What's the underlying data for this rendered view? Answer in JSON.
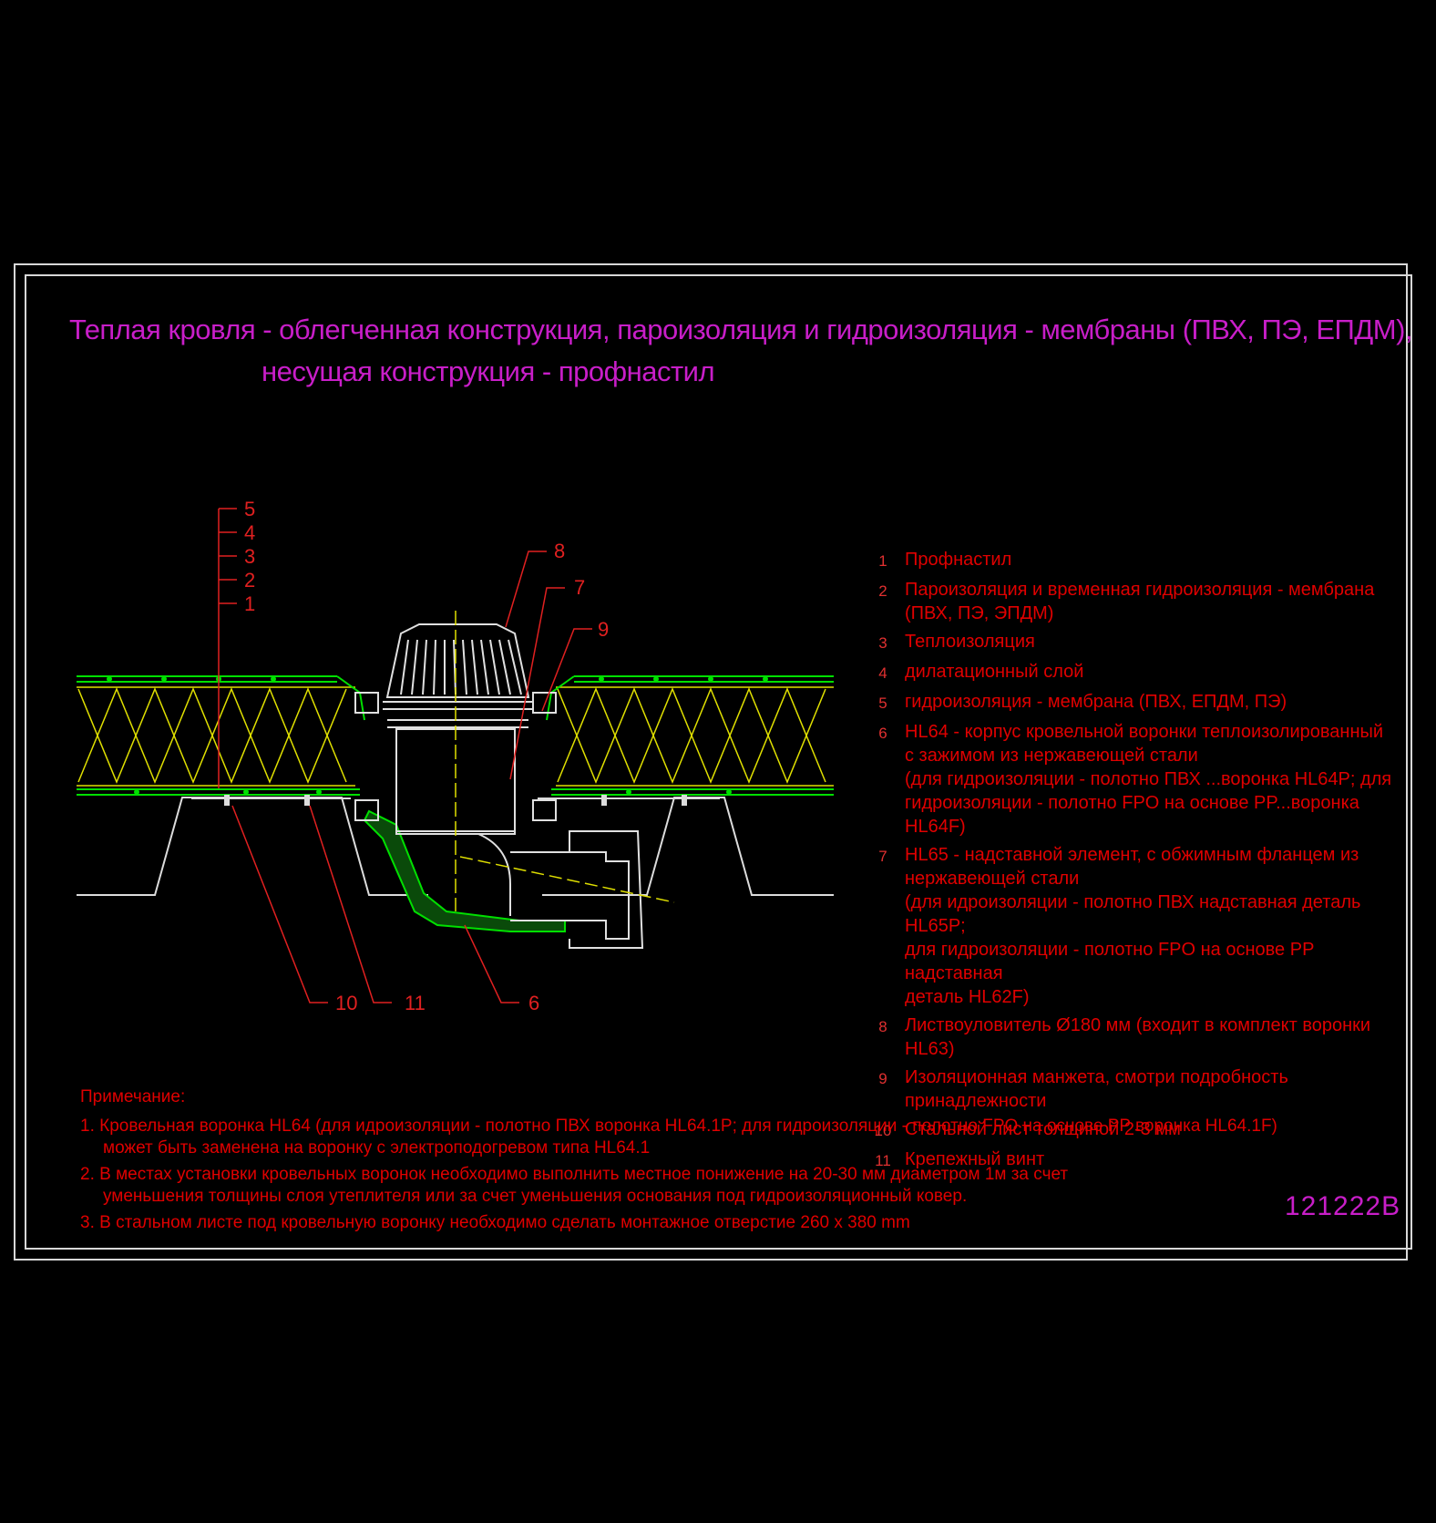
{
  "title": {
    "line1": "Теплая кровля - облегченная конструкция, пароизоляция и гидроизоляция - мембраны (ПВХ, ПЭ, ЕПДМ),",
    "line2": "несущая конструкция - профнастил"
  },
  "drawing_code": "121222B",
  "callouts": [
    "1",
    "2",
    "3",
    "4",
    "5",
    "6",
    "7",
    "8",
    "9",
    "10",
    "11"
  ],
  "legend": [
    {
      "num": "1",
      "text": "Профнастил"
    },
    {
      "num": "2",
      "text": "Пароизоляция и временная гидроизоляция - мембрана",
      "text2": "(ПВХ, ПЭ, ЭПДМ)"
    },
    {
      "num": "3",
      "text": "Теплоизоляция"
    },
    {
      "num": "4",
      "text": "дилатационный слой"
    },
    {
      "num": "5",
      "text": "гидроизоляция - мембрана (ПВХ, ЕПДМ, ПЭ)"
    },
    {
      "num": "6",
      "text": "HL64 - корпус кровельной воронки теплоизолированный",
      "text2": "с зажимом из нержавеющей стали",
      "text3": "(для гидроизоляции - полотно ПВХ ...воронка HL64P; для",
      "text4": "гидроизоляции -  полотно FPO на основе PP...воронка",
      "text5": "HL64F)"
    },
    {
      "num": "7",
      "text": "HL65 - надставной элемент, с обжимным фланцем из",
      "text2": "нержавеющей стали",
      "text3": "(для идроизоляции - полотно ПВХ надставная деталь HL65P;",
      "text4": "для гидроизоляции -  полотно FPO на основе PP надставная",
      "text5": "деталь HL62F)"
    },
    {
      "num": "8",
      "text": "Листвоуловитель Ø180 мм (входит в комплект воронки HL63)"
    },
    {
      "num": "9",
      "text": "Изоляционная  манжета, смотри подробность принадлежности"
    },
    {
      "num": "10",
      "text": "Стальной лист толщиной 2-3 мм"
    },
    {
      "num": "11",
      "text": "Крепежный винт"
    }
  ],
  "notes": {
    "heading": "Примечание:",
    "n1a": "1. Кровельная воронка HL64 (для идроизоляции - полотно ПВХ воронка HL64.1P; для гидроизоляции -  полотно FPO на основе PP воронка HL64.1F)",
    "n1b": "может быть заменена на воронку с электроподогревом типа HL64.1",
    "n2a": "2. В местах установки кровельных воронок необходимо выполнить местное понижение на 20-30 мм диаметром 1м за счет",
    "n2b": "уменьшения толщины слоя утеплителя или за счет уменьшения основания под гидроизоляционный ковер.",
    "n3": "3. В стальном листе под кровельную воронку необходимо сделать монтажное отверстие 260 x 380 mm"
  },
  "colors": {
    "title": "#c81ec8",
    "text": "#e00000",
    "membrane": "#00e000",
    "insulation": "#e0e000",
    "drain": "#e0e0e0",
    "leader": "#e02020"
  }
}
